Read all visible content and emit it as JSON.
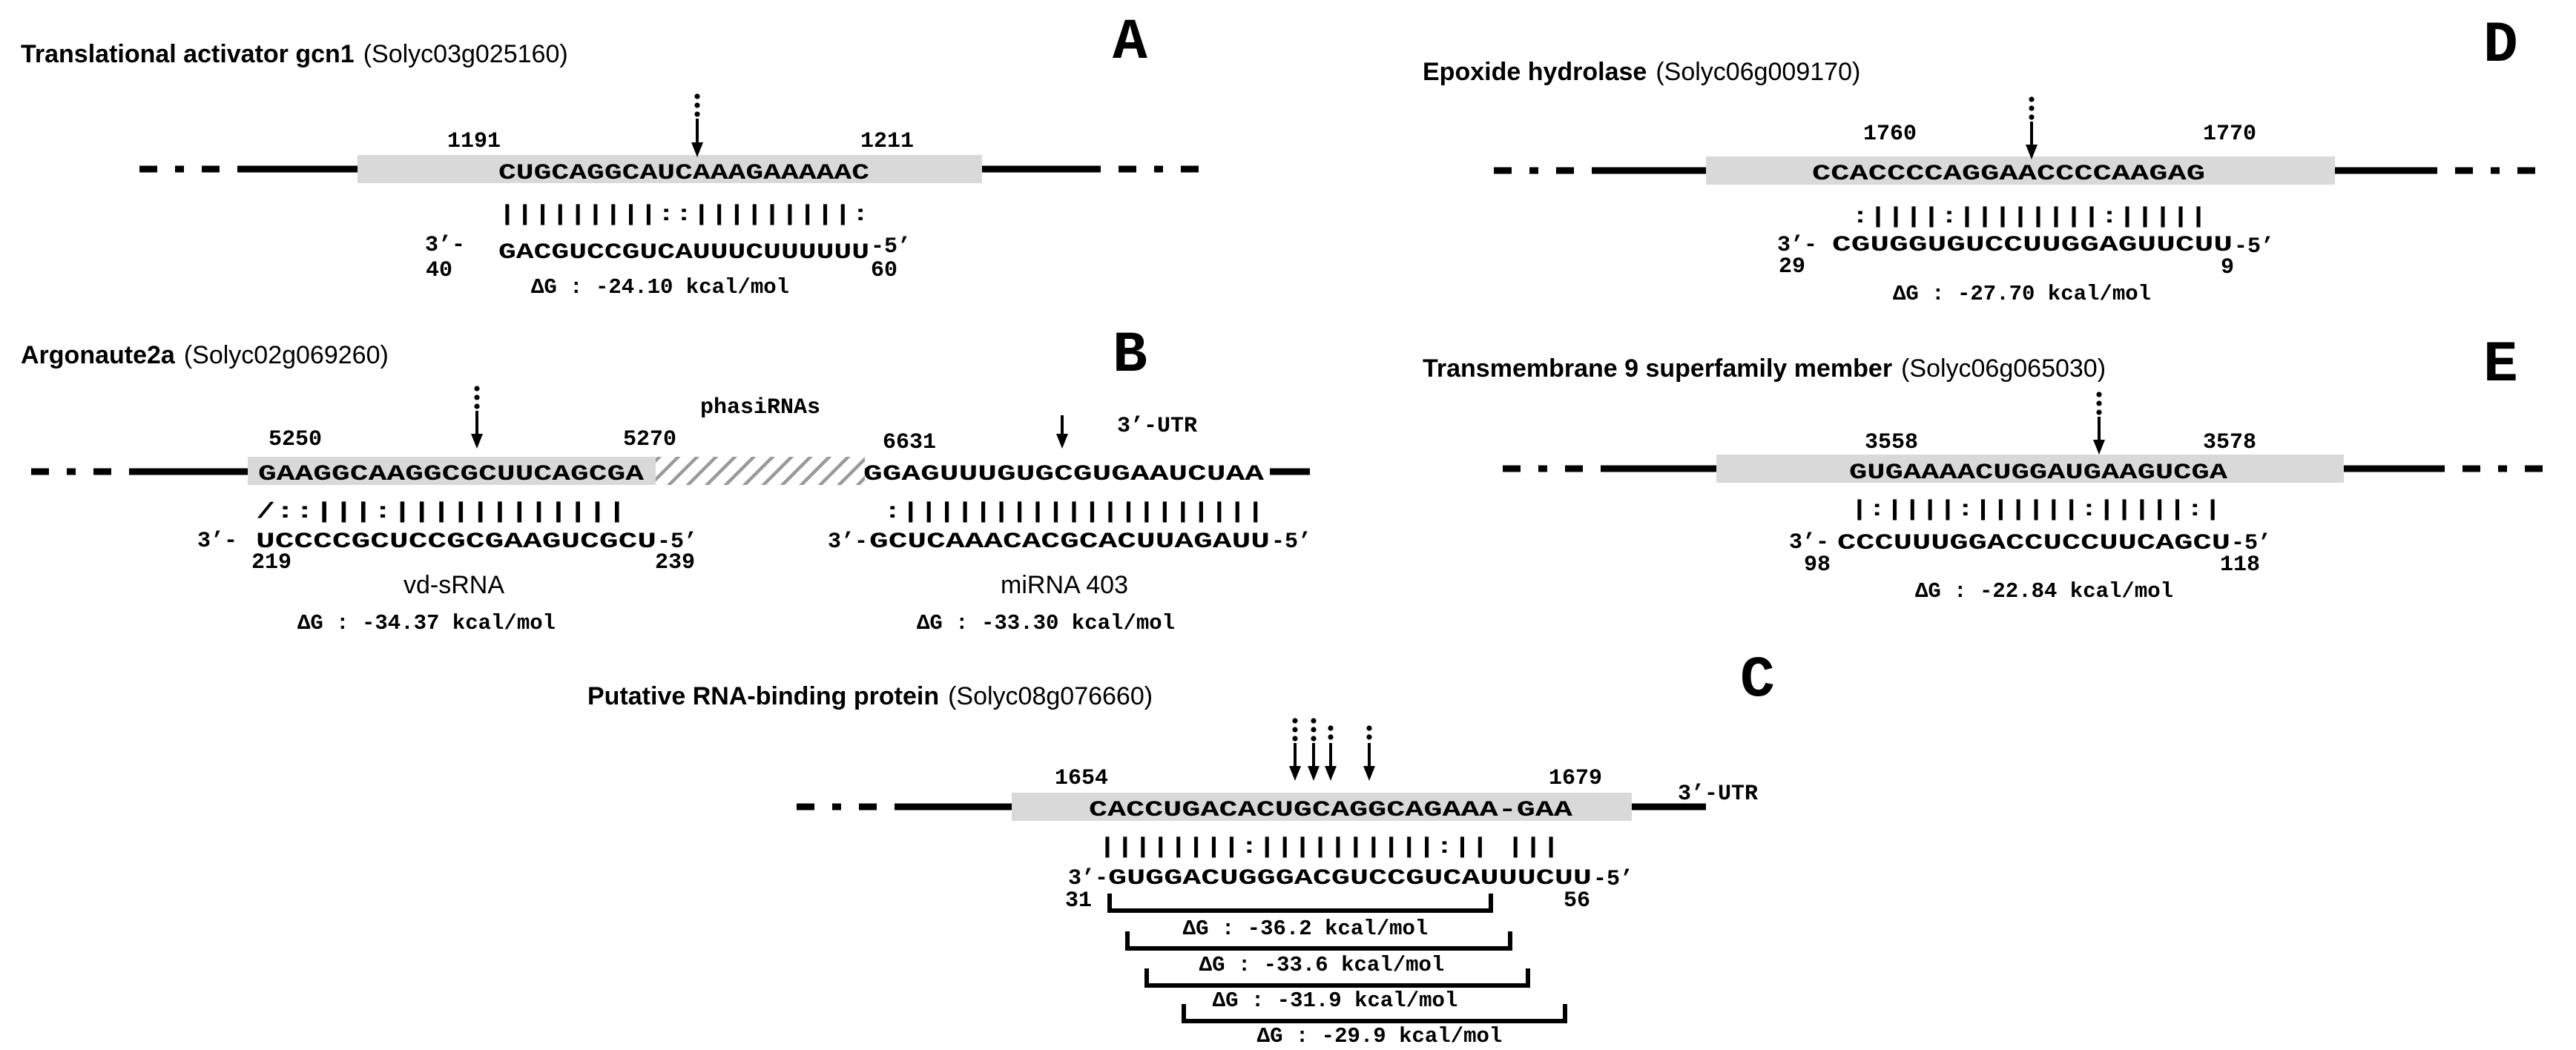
{
  "colors": {
    "line": "#000000",
    "target_box": "#d9d9d9",
    "hatch": "#9a9a9a"
  },
  "panels": {
    "A": {
      "letter": "A",
      "gene_name": "Translational activator gcn1",
      "gene_id": "(Solyc03g025160)",
      "pos_start": "1191",
      "pos_end": "1211",
      "mrna": "CUGCAGGCAUCAAAGAAAAAC",
      "pairing": "|||||||||::|||||||||:",
      "small_rna_prefix": "3’-",
      "small_rna": "GACGUCCGUCAUUUCUUUUUU",
      "small_rna_suffix": "-5’",
      "srna_start": "40",
      "srna_end": "60",
      "dg": "ΔG : -24.10 kcal/mol"
    },
    "B": {
      "letter": "B",
      "gene_name": "Argonaute2a",
      "gene_id": "(Solyc02g069260)",
      "phasi_label": "phasiRNAs",
      "utr_label": "3’-UTR",
      "left": {
        "pos_start": "5250",
        "pos_end": "5270",
        "mrna": "GAAGGCAAGGCGCUUCAGCGA",
        "pairing": "/::|||:||||||||||||",
        "small_rna_prefix": "3’-",
        "small_rna": "UCCCCGCUCCGCGAAGUCGCU",
        "small_rna_suffix": "-5’",
        "srna_start": "219",
        "srna_end": "239",
        "srna_name": "vd-sRNA",
        "dg": "ΔG : -34.37 kcal/mol"
      },
      "right": {
        "pos_start": "6631",
        "mrna": "GGAGUUUGUGCGUGAAUCUAA",
        "pairing": ":||||||||||||||||||||",
        "small_rna_prefix": "3’-",
        "small_rna": "GCUCAAACACGCACUUAGAUU",
        "small_rna_suffix": "-5’",
        "srna_name": "miRNA 403",
        "dg": "ΔG : -33.30 kcal/mol"
      }
    },
    "C": {
      "letter": "C",
      "gene_name": "Putative RNA-binding protein",
      "gene_id": "(Solyc08g076660)",
      "pos_start": "1654",
      "pos_end": "1679",
      "utr_label": "3’-UTR",
      "mrna": "CACCUGACACUGCAGGCAGAAA-GAA",
      "pairing": "||||||||:||||||||||:|| |||",
      "small_rna_prefix": "3’-",
      "small_rna": "GUGGACUGGGACGUCCGUCAUUUCUU",
      "small_rna_suffix": "-5’",
      "srna_start": "31",
      "srna_end": "56",
      "dgs": [
        "ΔG : -36.2 kcal/mol",
        "ΔG : -33.6 kcal/mol",
        "ΔG : -31.9 kcal/mol",
        "ΔG : -29.9 kcal/mol"
      ]
    },
    "D": {
      "letter": "D",
      "gene_name": "Epoxide hydrolase",
      "gene_id": "(Solyc06g009170)",
      "pos_start": "1760",
      "pos_end": "1770",
      "mrna": "CCACCCCAGGAACCCCAAGAG",
      "pairing": ":||||:||||||||:|||||",
      "small_rna_prefix": "3’-",
      "small_rna": "CGUGGUGUCCUUGGAGUUCUU",
      "small_rna_suffix": "-5’",
      "srna_start": "29",
      "srna_end": "9",
      "dg": "ΔG : -27.70 kcal/mol"
    },
    "E": {
      "letter": "E",
      "gene_name": "Transmembrane 9 superfamily member",
      "gene_id": "(Solyc06g065030)",
      "pos_start": "3558",
      "pos_end": "3578",
      "mrna": "GUGAAAACUGGAUGAAGUCGA",
      "pairing": "|:||||:||||||:|||||:|",
      "small_rna_prefix": "3’-",
      "small_rna": "CCCUUUGGACCUCCUUCAGCU",
      "small_rna_suffix": "-5’",
      "srna_start": "98",
      "srna_end": "118",
      "dg": "ΔG : -22.84 kcal/mol"
    }
  }
}
